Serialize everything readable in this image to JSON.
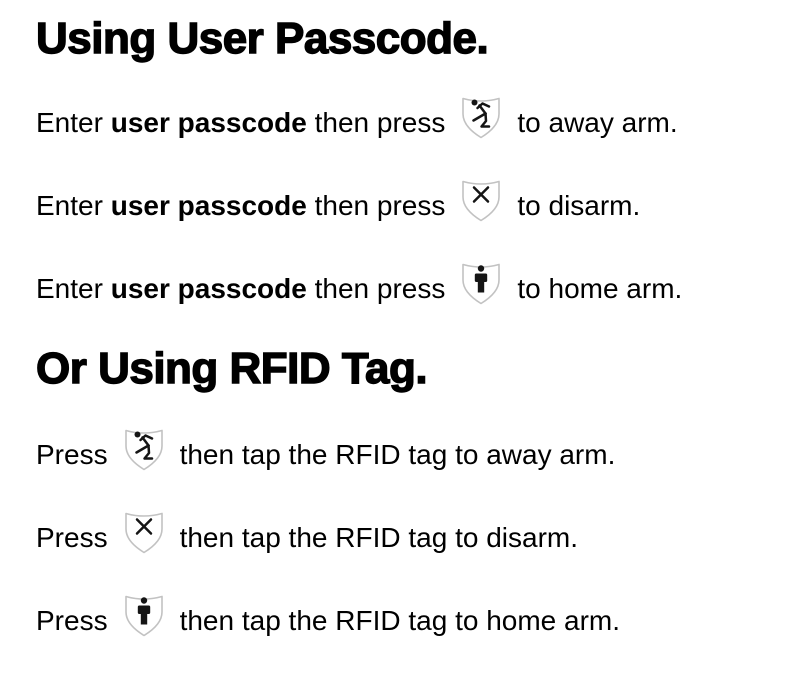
{
  "page": {
    "background_color": "#ffffff",
    "text_color": "#000000",
    "shield_outline_color": "#c2c2c2",
    "glyph_color": "#151515"
  },
  "passcode_section": {
    "heading": "Using User Passcode.",
    "lines": [
      {
        "prefix": "Enter",
        "bold": "user passcode",
        "middle": "then press",
        "icon": "away-arm-shield-icon",
        "suffix": "to away arm."
      },
      {
        "prefix": "Enter",
        "bold": "user passcode",
        "middle": "then press",
        "icon": "disarm-shield-icon",
        "suffix": "to disarm."
      },
      {
        "prefix": "Enter",
        "bold": "user passcode",
        "middle": "then press",
        "icon": "home-arm-shield-icon",
        "suffix": "to home arm."
      }
    ]
  },
  "rfid_section": {
    "heading": "Or Using RFID Tag.",
    "lines": [
      {
        "prefix": "Press",
        "icon": "away-arm-shield-icon",
        "suffix": "then tap the RFID tag to away arm."
      },
      {
        "prefix": "Press",
        "icon": "disarm-shield-icon",
        "suffix": "then tap the RFID tag to disarm."
      },
      {
        "prefix": "Press",
        "icon": "home-arm-shield-icon",
        "suffix": "then tap the RFID tag to home arm."
      }
    ]
  }
}
